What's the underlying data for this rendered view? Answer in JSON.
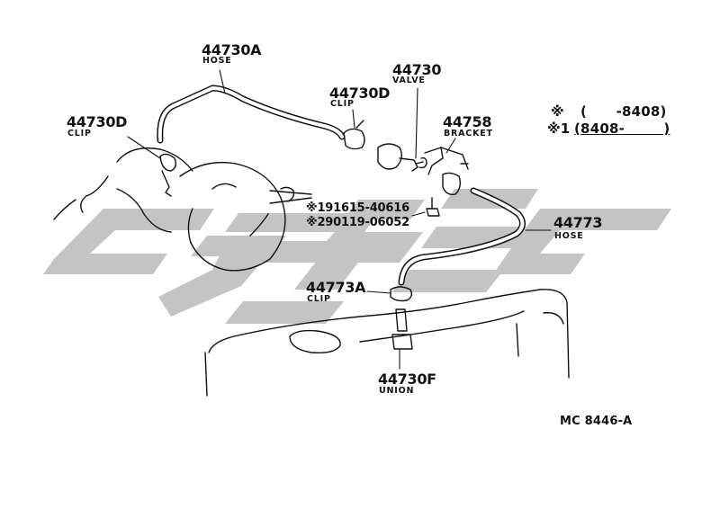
{
  "diagram": {
    "parts": [
      {
        "number": "44730A",
        "name": "HOSE"
      },
      {
        "number": "44730D",
        "name": "CLIP"
      },
      {
        "number": "44730D",
        "name": "CLIP"
      },
      {
        "number": "44730",
        "name": "VALVE"
      },
      {
        "number": "44758",
        "name": "BRACKET"
      },
      {
        "number": "44773",
        "name": "HOSE"
      },
      {
        "number": "44773A",
        "name": "CLIP"
      },
      {
        "number": "44730F",
        "name": "UNION"
      }
    ],
    "refs": [
      "※191615-40616",
      "※290119-06052"
    ],
    "legend": {
      "line1": {
        "mark": "※",
        "text": "(      -8408)"
      },
      "line2": {
        "mark": "※1",
        "text": "(8408-        )"
      }
    },
    "code": "MC 8446-A"
  },
  "colors": {
    "line": "#111111",
    "watermark": "#c4c4c4"
  }
}
